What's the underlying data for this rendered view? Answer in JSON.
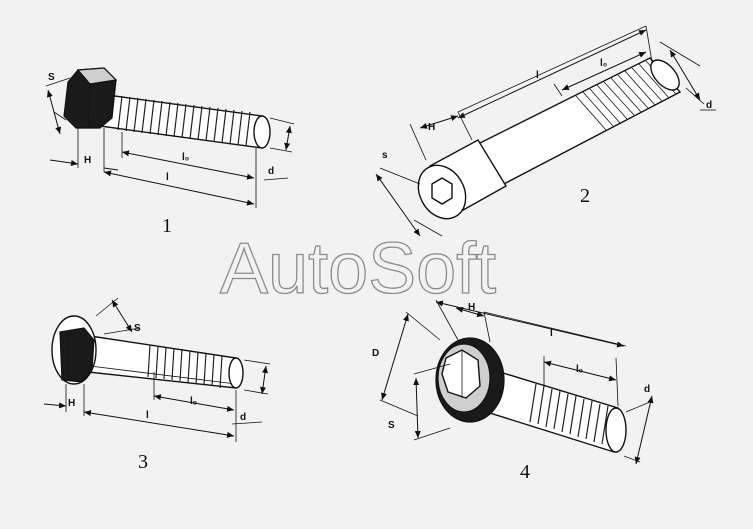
{
  "watermark": "AutoSoft",
  "figures": [
    {
      "number": "1",
      "labels": {
        "s": "S",
        "h": "H",
        "l0": "l₀",
        "l": "l",
        "d": "d"
      }
    },
    {
      "number": "2",
      "labels": {
        "s": "s",
        "h": "H",
        "l0": "l₀",
        "l": "l",
        "d": "d"
      }
    },
    {
      "number": "3",
      "labels": {
        "s": "S",
        "h": "H",
        "l0": "lₒ",
        "l": "l",
        "d": "d"
      }
    },
    {
      "number": "4",
      "labels": {
        "d_big": "D",
        "s": "S",
        "h": "H",
        "l0": "lₒ",
        "l": "l",
        "d": "d"
      }
    }
  ]
}
